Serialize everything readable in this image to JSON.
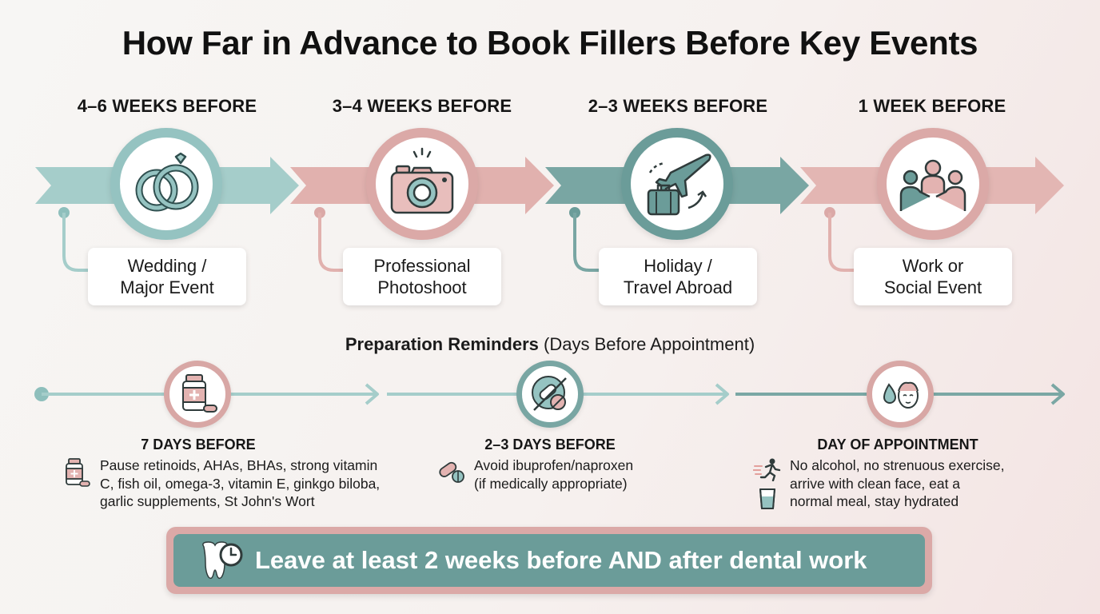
{
  "title": "How Far in Advance to Book Fillers Before Key Events",
  "colors": {
    "teal": "#95c3c1",
    "teal_dark": "#6b9c99",
    "pink": "#d8a7a5",
    "banner_border": "#dba9a7"
  },
  "stages": [
    {
      "label": "4–6 WEEKS BEFORE",
      "event_line1": "Wedding /",
      "event_line2": "Major Event",
      "icon": "wedding-rings-icon"
    },
    {
      "label": "3–4 WEEKS BEFORE",
      "event_line1": "Professional",
      "event_line2": "Photoshoot",
      "icon": "camera-icon"
    },
    {
      "label": "2–3 WEEKS BEFORE",
      "event_line1": "Holiday /",
      "event_line2": "Travel Abroad",
      "icon": "airplane-luggage-icon"
    },
    {
      "label": "1 WEEK BEFORE",
      "event_line1": "Work or",
      "event_line2": "Social Event",
      "icon": "people-group-icon"
    }
  ],
  "prep": {
    "heading_bold": "Preparation Reminders",
    "heading_rest": " (Days Before Appointment)",
    "steps": [
      {
        "label": "7 DAYS BEFORE",
        "lines": [
          "Pause retinoids, AHAs, BHAs, strong vitamin",
          "C, fish oil, omega-3, vitamin E, ginkgo biloba,",
          "garlic supplements, St John's Wort"
        ],
        "icon": "supplements-bottle-icon"
      },
      {
        "label": "2–3 DAYS BEFORE",
        "lines": [
          "Avoid ibuprofen/naproxen",
          "(if medically appropriate)"
        ],
        "icon": "no-pills-icon"
      },
      {
        "label": "DAY OF APPOINTMENT",
        "lines": [
          "No alcohol, no strenuous exercise,",
          "arrive with clean face, eat a",
          "normal meal, stay hydrated"
        ],
        "icon": "water-drop-face-icon"
      }
    ]
  },
  "banner": {
    "text": "Leave at least 2 weeks before AND after dental work",
    "icon": "tooth-clock-icon"
  }
}
